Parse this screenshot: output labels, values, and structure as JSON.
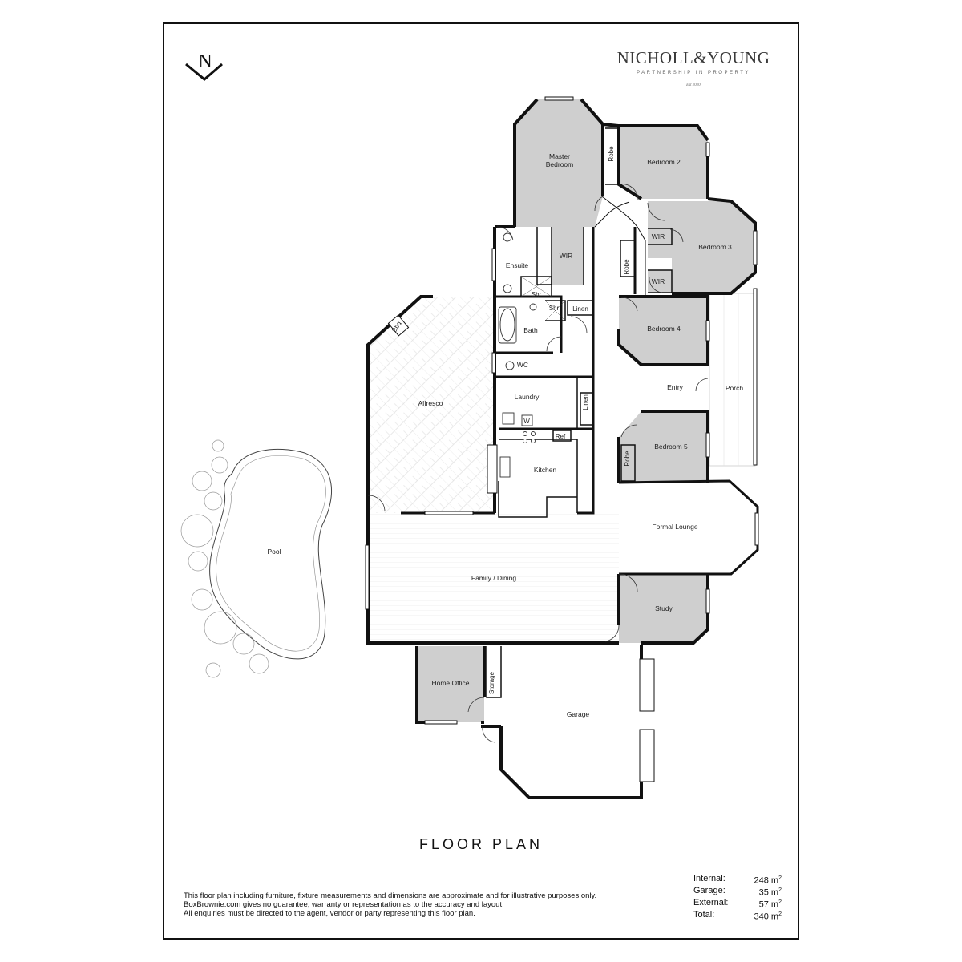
{
  "brand": {
    "name": "NICHOLL&YOUNG",
    "tagline": "PARTNERSHIP IN PROPERTY",
    "established": "Est 2020"
  },
  "compass": {
    "letter": "N"
  },
  "plan_title": "FLOOR PLAN",
  "rooms": {
    "master_bedroom_line1": "Master",
    "master_bedroom_line2": "Bedroom",
    "bedroom2": "Bedroom 2",
    "bedroom3": "Bedroom 3",
    "bedroom4": "Bedroom 4",
    "bedroom5": "Bedroom 5",
    "robe_1": "Robe",
    "robe_2": "Robe",
    "robe_3": "Robe",
    "wir_master": "WIR",
    "wir_bed3_top": "WIR",
    "wir_bed3_bottom": "WIR",
    "ensuite": "Ensuite",
    "shr_1": "Shr",
    "shr_2": "Shr",
    "linen_1": "Linen",
    "linen_2": "Linen",
    "bath": "Bath",
    "wc": "WC",
    "laundry": "Laundry",
    "washer": "W",
    "kitchen": "Kitchen",
    "ref": "Ref",
    "alfresco": "Alfresco",
    "bbq": "Bbq",
    "entry": "Entry",
    "porch": "Porch",
    "formal_lounge": "Formal Lounge",
    "family_dining": "Family / Dining",
    "study": "Study",
    "home_office": "Home Office",
    "storage": "Storage",
    "garage": "Garage",
    "pool": "Pool"
  },
  "disclaimer": {
    "line1": "This floor plan including furniture, fixture measurements and dimensions are approximate and for illustrative purposes only.",
    "line2": "BoxBrownie.com gives no guarantee, warranty or representation as to the accuracy and layout.",
    "line3": "All enquiries must be directed to the agent, vendor or party representing this floor plan."
  },
  "areas": {
    "unit": "m",
    "unit_exp": "2",
    "rows": [
      {
        "label": "Internal:",
        "value": "248"
      },
      {
        "label": "Garage:",
        "value": "35"
      },
      {
        "label": "External:",
        "value": "57"
      },
      {
        "label": "Total:",
        "value": "340"
      }
    ]
  },
  "colors": {
    "wall": "#111111",
    "room_fill_grey": "#cfcfcf",
    "floor_fill": "#ffffff",
    "tile_line": "#d8d8d8"
  }
}
